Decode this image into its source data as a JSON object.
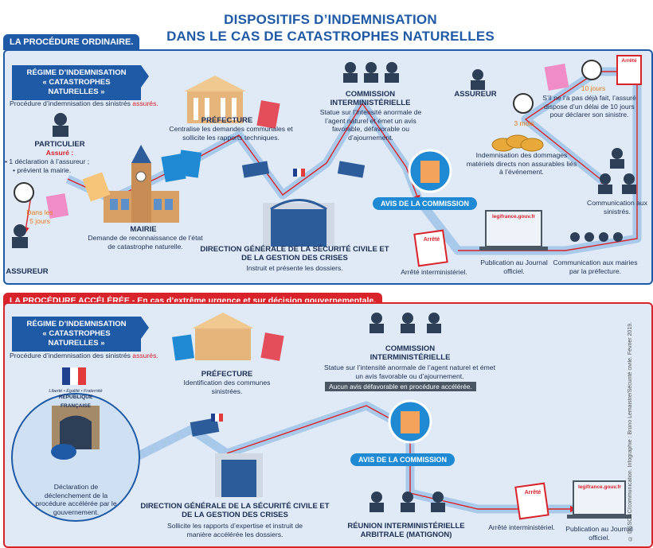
{
  "title": {
    "line1": "DISPOSITIFS D’INDEMNISATION",
    "line2": "DANS LE CAS DE CATASTROPHES NATURELLES"
  },
  "ordinary": {
    "tab": "LA PROCÉDURE ORDINAIRE.",
    "regime_line1": "RÉGIME D’INDEMNISATION",
    "regime_line2": "« CATASTROPHES NATURELLES »",
    "procedure_text": "Procédure d’indemnisation des sinistrés",
    "procedure_highlight": "assurés.",
    "particulier_title": "PARTICULIER",
    "assure_label": "Assuré :",
    "assure_item1": "• 1 déclaration à l’assureur ;",
    "assure_item2": "• prévient la mairie.",
    "dans_les_5_jours": "Dans les 5 jours",
    "assureur_left": "ASSUREUR",
    "mairie_title": "MAIRIE",
    "mairie_text": "Demande de reconnaissance de l’état de catastrophe naturelle.",
    "prefecture_title": "PRÉFECTURE",
    "prefecture_text": "Centralise les demandes communales et sollicite les rapports techniques.",
    "commission_title": "COMMISSION INTERMINISTÉRIELLE",
    "commission_text": "Statue sur l’intensité anormale de l’agent naturel et émet un avis favorable, défavorable ou d’ajournement.",
    "dgscgc_title": "DIRECTION GÉNÉRALE DE LA SÉCURITÉ CIVILE ET DE LA GESTION DES CRISES",
    "dgscgc_text": "Instruit et présente les dossiers.",
    "avis": "AVIS DE LA COMMISSION",
    "arrete_label": "Arrêté",
    "arrete_text": "Arrêté interministériel.",
    "publication_text": "Publication au Journal officiel.",
    "legifrance": "legifrance.gouv.fr",
    "communication_mairies": "Communication aux mairies par la préfecture.",
    "communication_sinistres": "Communication aux sinistrés.",
    "assureur_right": "ASSUREUR",
    "dix_jours": "10 jours",
    "dix_jours_text": "S’il ne l’a pas déjà fait, l’assuré dispose d’un délai de 10 jours pour déclarer son sinistre.",
    "trois_mois": "3 mois",
    "indemnisation_text": "Indemnisation des dommages matériels directs non assurables liés à l’événement."
  },
  "accelerated": {
    "tab_bold": "LA PROCÉDURE ACCÉLÉRÉE",
    "tab_rest": " - En cas d’extrême urgence et sur décision gouvernementale.",
    "regime_line1": "RÉGIME D’INDEMNISATION",
    "regime_line2": "« CATASTROPHES NATURELLES »",
    "procedure_text": "Procédure d’indemnisation des sinistrés",
    "procedure_highlight": "assurés.",
    "motto": "Liberté • Égalité • Fraternité",
    "republique": "RÉPUBLIQUE FRANÇAISE",
    "declaration_text": "Déclaration de déclenchement de la procédure accélérée par le gouvernement.",
    "prefecture_title": "PRÉFECTURE",
    "prefecture_text": "Identification des communes sinistrées.",
    "commission_title": "COMMISSION INTERMINISTÉRIELLE",
    "commission_text": "Statue sur l’intensité anormale de l’agent naturel et émet un avis favorable ou d’ajournement.",
    "aucun_avis": "Aucun avis défavorable en procédure accélérée.",
    "avis": "AVIS DE LA COMMISSION",
    "dgscgc_title": "DIRECTION GÉNÉRALE DE LA SÉCURITÉ CIVILE ET DE LA GESTION DES CRISES",
    "dgscgc_text": "Sollicite les rapports d’expertise et instruit de manière accélérée les dossiers.",
    "reunion_title": "RÉUNION INTERMINISTÉRIELLE ARBITRALE (MATIGNON)",
    "arrete_label": "Arrêté",
    "arrete_text": "Arrêté interministériel.",
    "publication_text": "Publication au Journal officiel.",
    "legifrance": "legifrance.gouv.fr"
  },
  "credit": "© DGSCGC/communication. Infographie : Bruno Lemaistre/Sécurité civile. Février 2019.",
  "colors": {
    "blue": "#1f5aa6",
    "red": "#d8232a",
    "light_panel": "#dfeaf6",
    "arrow": "#a9c9ea",
    "arrow_red": "#d8232a",
    "orange": "#e87d1e"
  }
}
